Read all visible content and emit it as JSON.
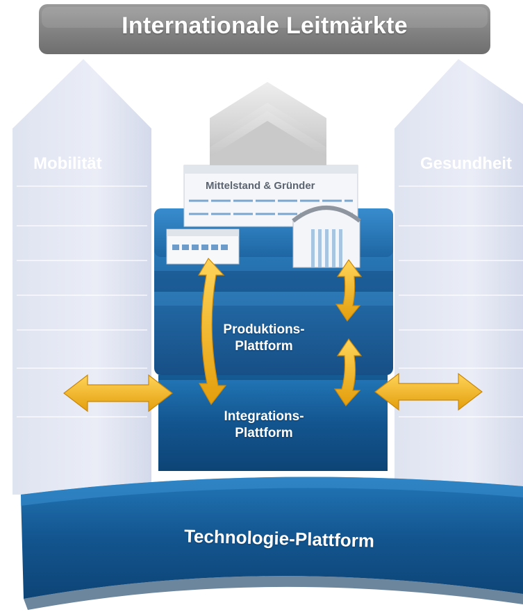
{
  "banner": {
    "title": "Internationale Leitmärkte"
  },
  "pillars": {
    "left_label": "Mobilität",
    "right_label": "Gesundheit"
  },
  "building": {
    "label": "Mittelstand & Gründer"
  },
  "platforms": {
    "production": {
      "line1": "Produktions-",
      "line2": "Plattform"
    },
    "integration": {
      "line1": "Integrations-",
      "line2": "Plattform"
    },
    "technology": "Technologie-Plattform"
  },
  "colors": {
    "banner": "#7f7f7f",
    "pillar": "#e4e8f3",
    "platform_blue": "#1f6aa6",
    "platform_dark": "#0f4e86",
    "arrow": "#f2b21c",
    "building": "#f4f6f9"
  },
  "icons": [
    "double-arrow-icon",
    "factory-icon",
    "hangar-icon",
    "chevron-roof-icon"
  ]
}
